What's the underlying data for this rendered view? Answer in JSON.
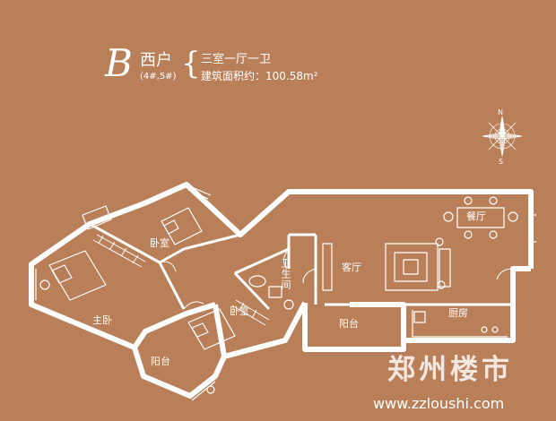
{
  "header": {
    "type_letter": "B",
    "unit_name": "西户",
    "buildings": "(4#,5#)",
    "brace": "{",
    "layout": "三室一厅一卫",
    "area": "建筑面积约：100.58m²"
  },
  "rooms": {
    "bedroom_top": "卧室",
    "master_bedroom": "主卧",
    "bedroom_bottom": "卧室",
    "bathroom": "卫生间",
    "living_room": "客厅",
    "dining_room": "餐厅",
    "kitchen": "厨房",
    "balcony_center": "阳台",
    "balcony_left": "阳台"
  },
  "compass": {
    "north": "N",
    "south": "S"
  },
  "watermark": {
    "chinese": "郑州楼市",
    "url": "www.zzloushi.com"
  },
  "colors": {
    "background": "#b97f59",
    "wall": "#ffffff",
    "floor_line": "#d9a98a"
  }
}
